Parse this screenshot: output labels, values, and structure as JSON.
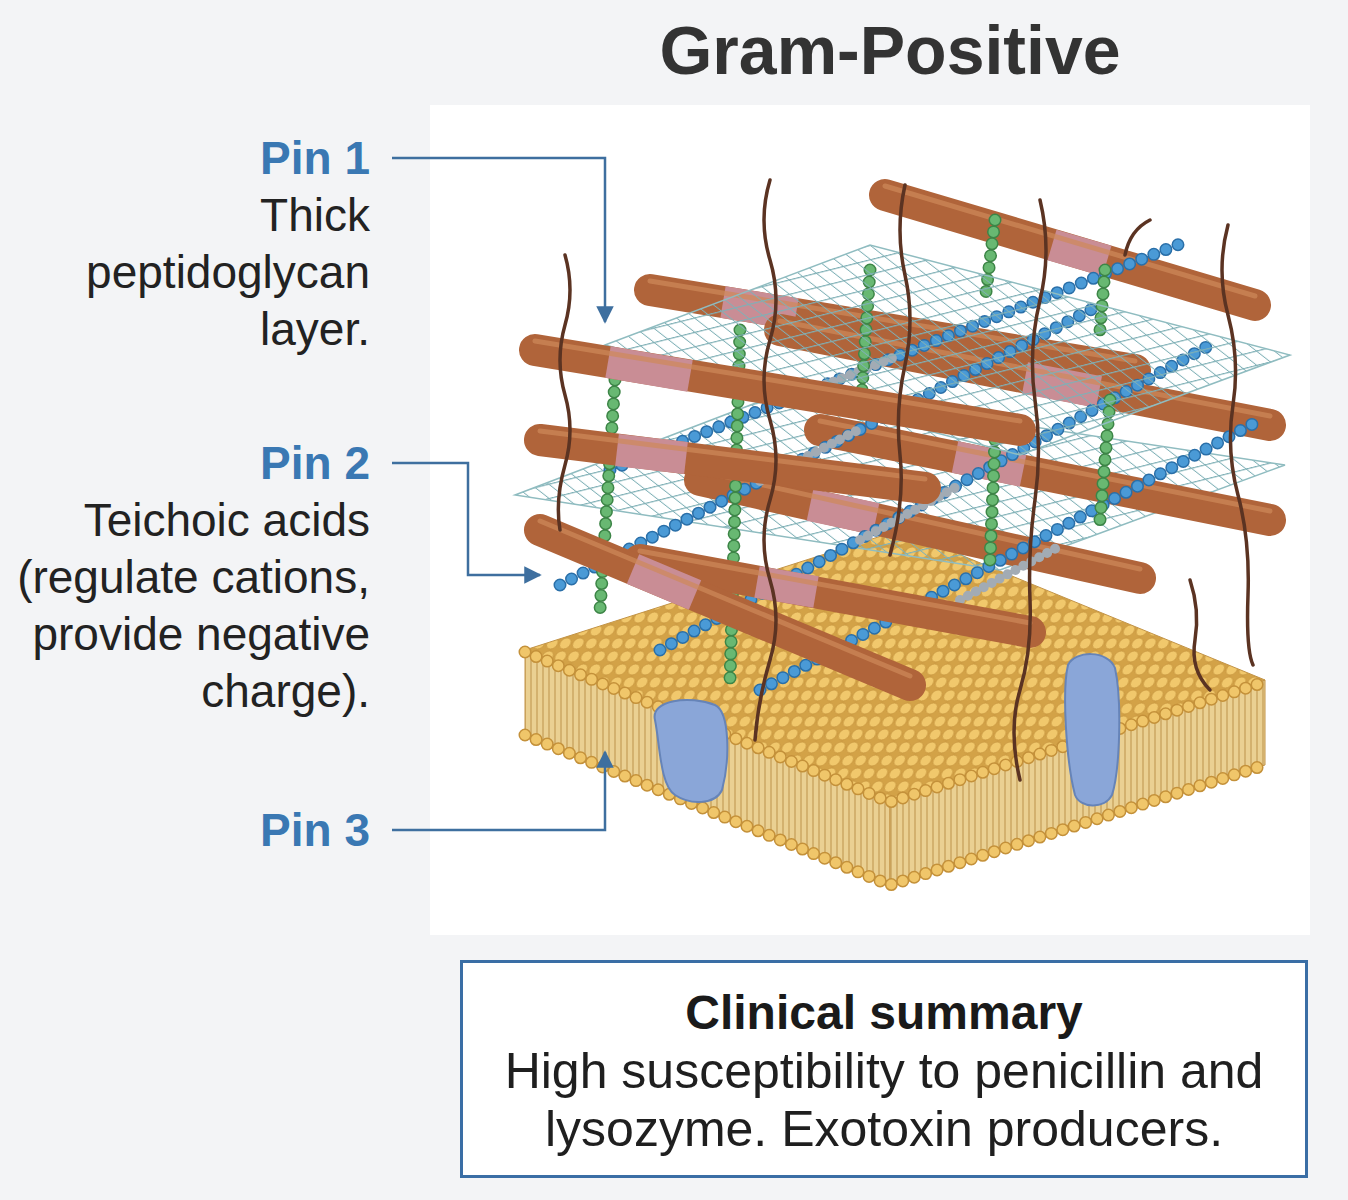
{
  "diagram": {
    "title": "Gram-Positive",
    "nodes": [
      {
        "text": [
          "Clinical summary",
          "High susceptibility to penicillin and lysozyme. Exotoxin producers."
        ]
      }
    ],
    "labels": [
      "Pin 1",
      "Thick peptidoglycan layer.",
      "Pin 2",
      "Teichoic acids (regulate cations, provide negative charge).",
      "Pin 3"
    ]
  }
}
